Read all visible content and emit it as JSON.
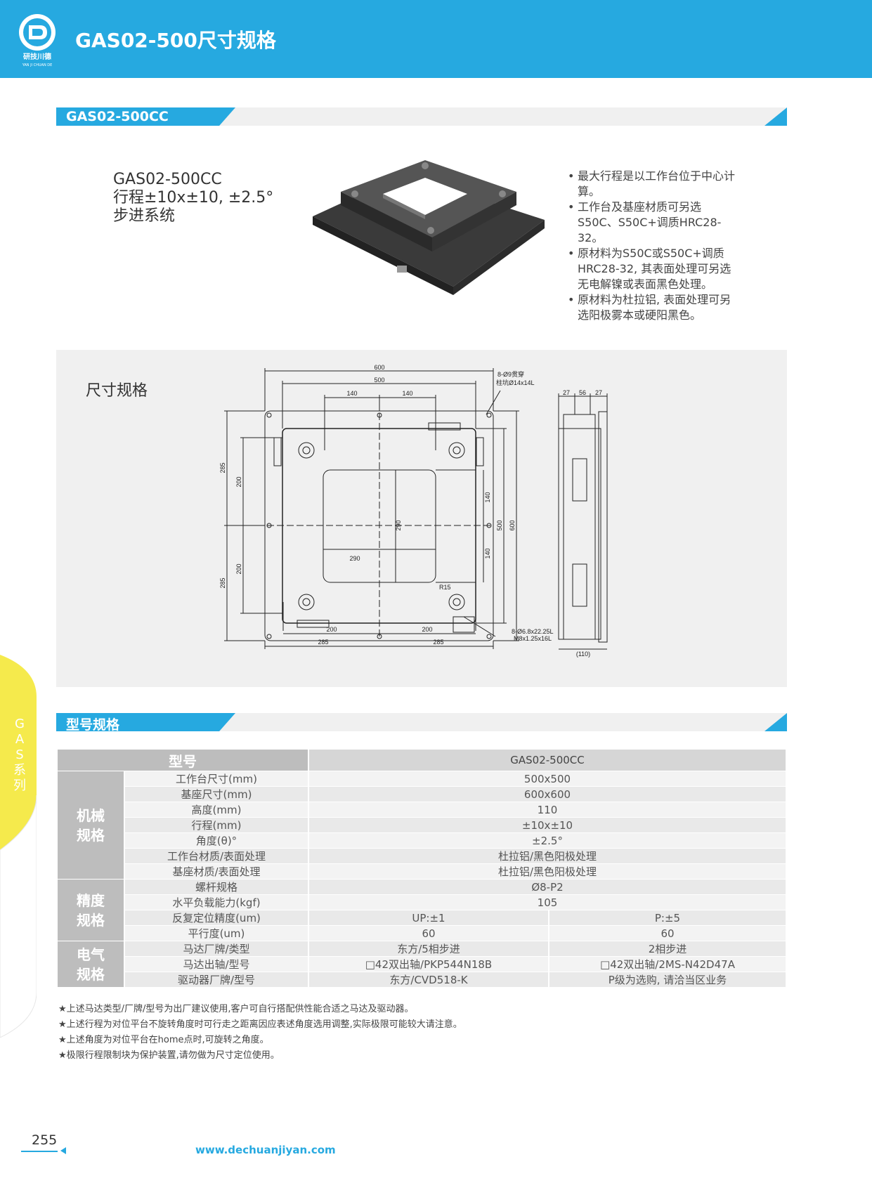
{
  "header": {
    "title": "GAS02-500尺寸规格",
    "brand_cn": "研技川德",
    "brand_en": "YAN JI CHUAN DE"
  },
  "section1": {
    "label": "GAS02-500CC"
  },
  "product": {
    "lines": [
      "GAS02-500CC",
      "行程±10x±10, ±2.5°",
      "步进系统"
    ],
    "notes": [
      "最大行程是以工作台位于中心计算。",
      "工作台及基座材质可另选S50C、S50C+调质HRC28-32。",
      "原材料为S50C或S50C+调质HRC28-32, 其表面处理可另选无电解镍或表面黑色处理。",
      "原材料为杜拉铝, 表面处理可另选阳极雾本或硬阳黑色。"
    ]
  },
  "drawing": {
    "title": "尺寸规格",
    "labels": {
      "d600": "600",
      "d500": "500",
      "d140a": "140",
      "d140b": "140",
      "hole_note1": "8-Ø9贯穿",
      "hole_note2": "柱坑Ø14x14L",
      "d290v": "290",
      "d290h": "290",
      "r15": "R15",
      "d285a": "285",
      "d200a": "200",
      "d200b": "200",
      "d285b": "285",
      "d140r1": "140",
      "d140r2": "140",
      "d500r": "500",
      "d600r": "600",
      "b200a": "200",
      "b200b": "200",
      "b285a": "285",
      "b285b": "285",
      "tap_note1": "8-Ø6.8x22.25L",
      "tap_note2": "M8x1.25x16L",
      "s27a": "27",
      "s56": "56",
      "s27b": "27",
      "s110": "(110)"
    }
  },
  "section2": {
    "label": "型号规格"
  },
  "spec": {
    "header_label": "型号",
    "header_value": "GAS02-500CC",
    "groups": [
      {
        "name": "机械\n规格",
        "rows": [
          {
            "param": "工作台尺寸(mm)",
            "values": [
              "500x500"
            ]
          },
          {
            "param": "基座尺寸(mm)",
            "values": [
              "600x600"
            ]
          },
          {
            "param": "高度(mm)",
            "values": [
              "110"
            ]
          },
          {
            "param": "行程(mm)",
            "values": [
              "±10x±10"
            ]
          },
          {
            "param": "角度(θ)°",
            "values": [
              "±2.5°"
            ]
          },
          {
            "param": "工作台材质/表面处理",
            "values": [
              "杜拉铝/黑色阳极处理"
            ]
          },
          {
            "param": "基座材质/表面处理",
            "values": [
              "杜拉铝/黑色阳极处理"
            ]
          }
        ]
      },
      {
        "name": "精度\n规格",
        "rows": [
          {
            "param": "螺杆规格",
            "values": [
              "Ø8-P2"
            ]
          },
          {
            "param": "水平负载能力(kgf)",
            "values": [
              "105"
            ]
          },
          {
            "param": "反复定位精度(um)",
            "values": [
              "UP:±1",
              "P:±5"
            ]
          },
          {
            "param": "平行度(um)",
            "values": [
              "60",
              "60"
            ]
          }
        ]
      },
      {
        "name": "电气\n规格",
        "rows": [
          {
            "param": "马达厂牌/类型",
            "values": [
              "东方/5相步进",
              "2相步进"
            ]
          },
          {
            "param": "马达出轴/型号",
            "values": [
              "□42双出轴/PKP544N18B",
              "□42双出轴/2MS-N42D47A"
            ]
          },
          {
            "param": "驱动器厂牌/型号",
            "values": [
              "东方/CVD518-K",
              "P级为选购, 请洽当区业务"
            ]
          }
        ]
      }
    ]
  },
  "footnotes": [
    "★上述马达类型/厂牌/型号为出厂建议使用,客户可自行搭配供性能合适之马达及驱动器。",
    "★上述行程为对位平台不旋转角度时可行走之距离因应表述角度选用调整,实际极限可能较大请注意。",
    "★上述角度为对位平台在home点时,可旋转之角度。",
    "★极限行程限制块为保护装置,请勿做为尺寸定位使用。"
  ],
  "sidebar": {
    "text": "GAS系列"
  },
  "footer": {
    "page": "255",
    "url": "www.dechuanjiyan.com"
  }
}
